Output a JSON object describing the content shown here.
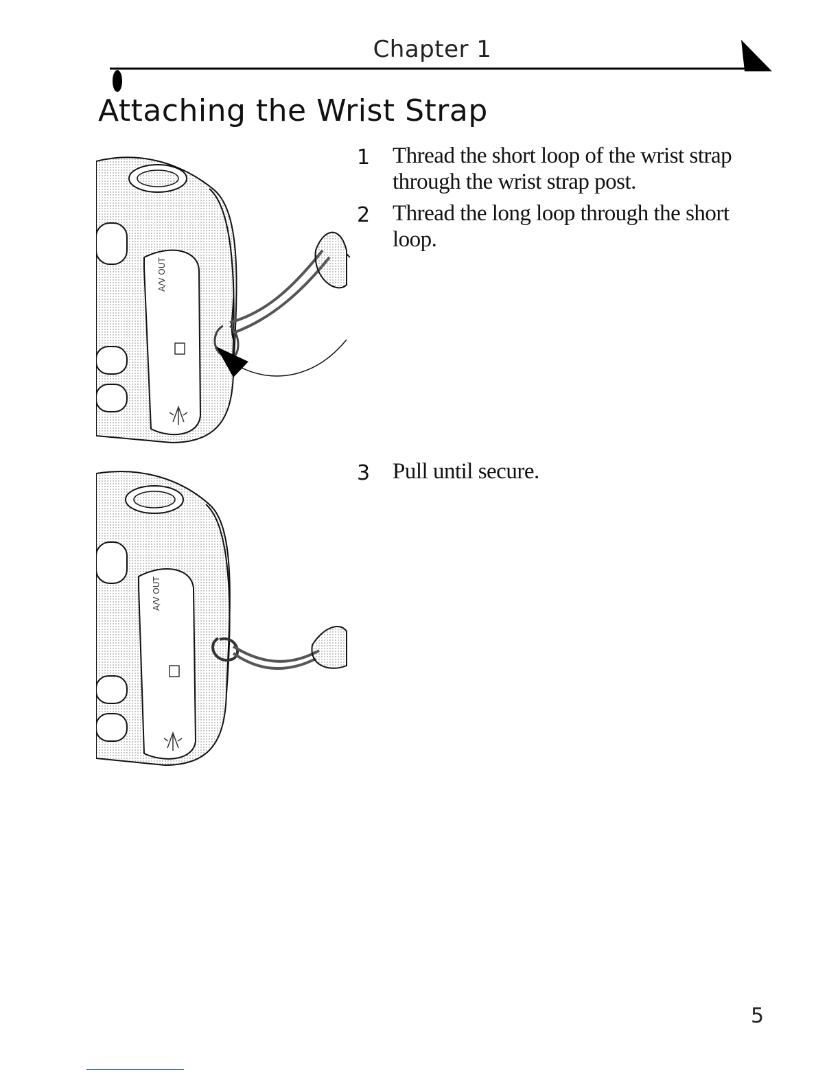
{
  "header": {
    "chapter": "Chapter 1"
  },
  "title": "Attaching the Wrist Strap",
  "steps": [
    {
      "number": "1",
      "text": "Thread the short loop of the wrist strap through the wrist strap post."
    },
    {
      "number": "2",
      "text": "Thread the long loop through the short loop."
    },
    {
      "number": "3",
      "text": "Pull until secure."
    }
  ],
  "illustrations": {
    "port_label": "A/V OUT"
  },
  "footer": {
    "page_number": "5"
  }
}
